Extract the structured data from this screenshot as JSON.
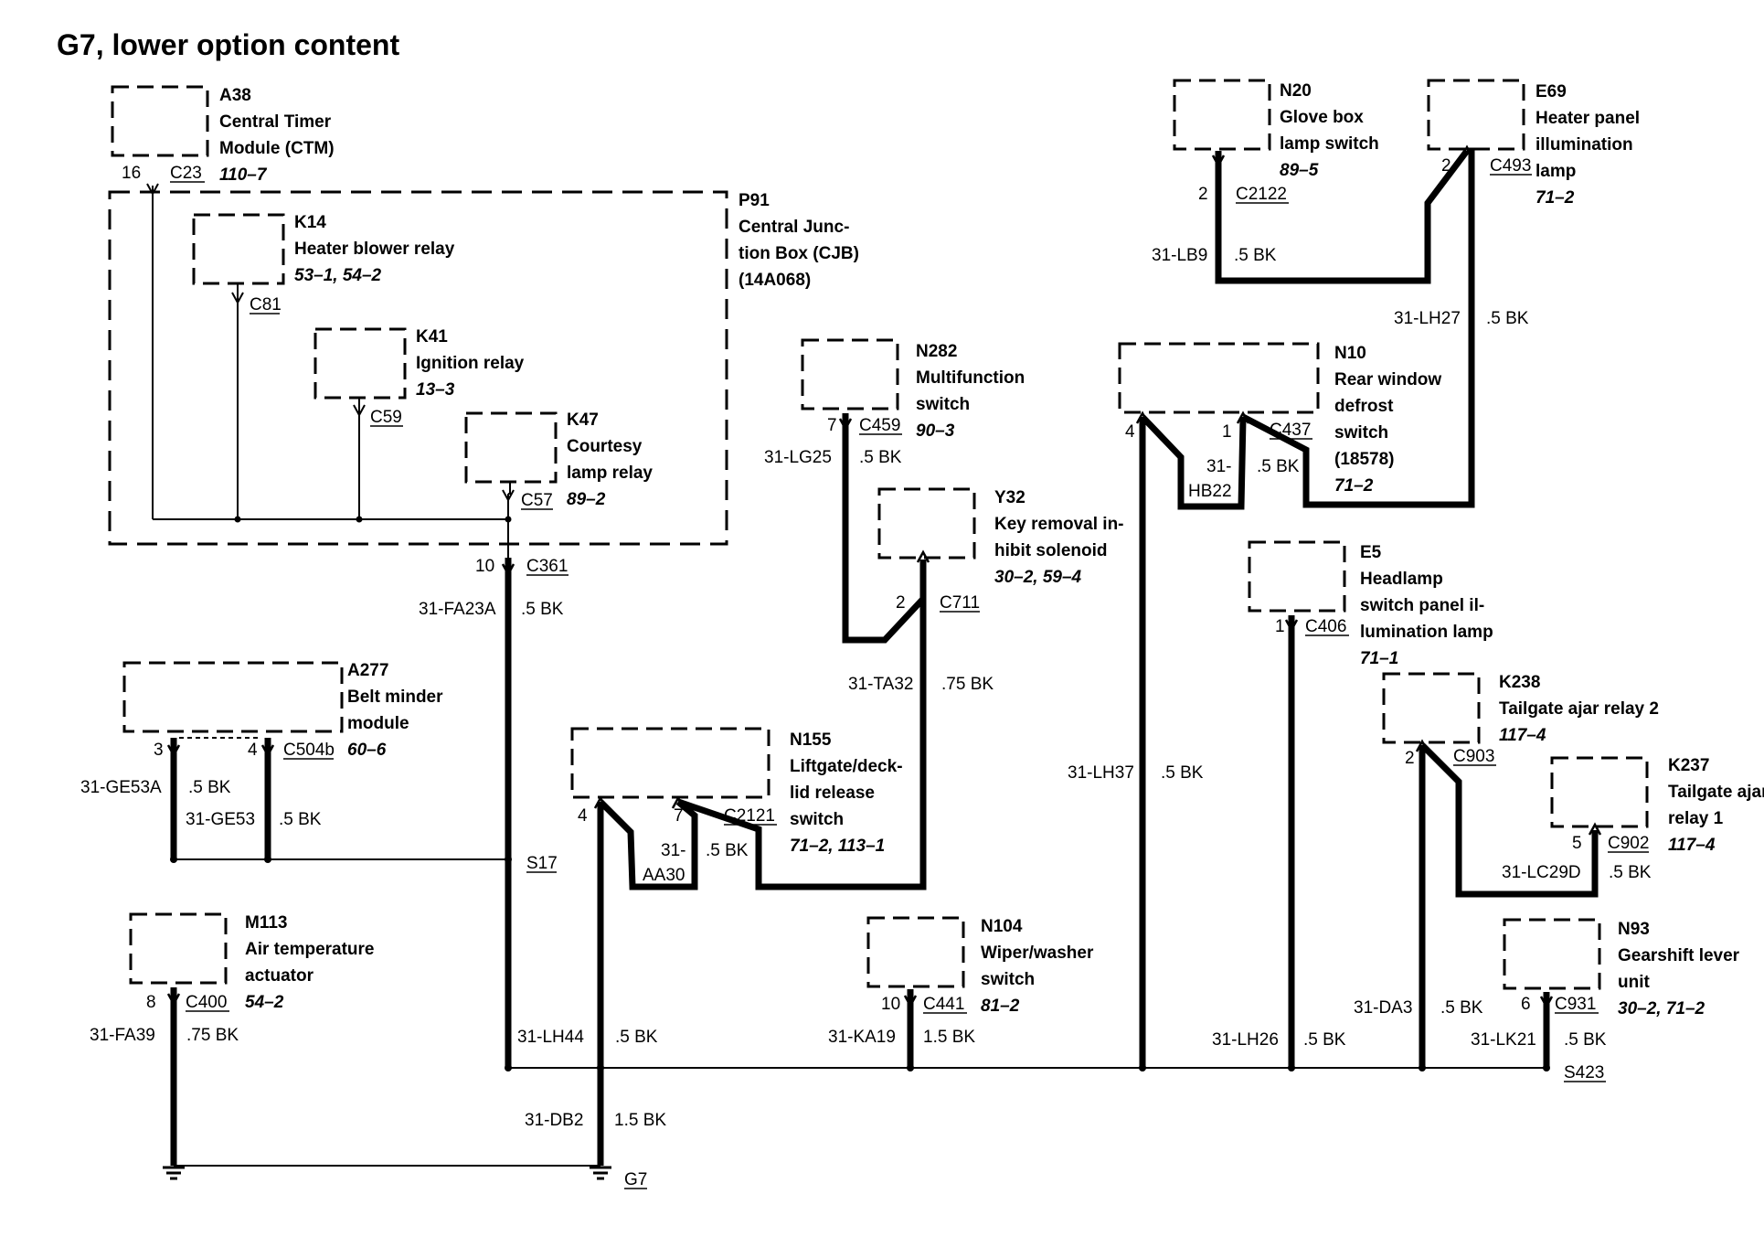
{
  "title": "G7, lower option content",
  "components": {
    "a38": {
      "id": "A38",
      "name": [
        "Central Timer",
        "Module (CTM)"
      ],
      "ref": "110–7"
    },
    "p91": {
      "id": "P91",
      "name": [
        "Central Junc-",
        "tion Box (CJB)",
        "(14A068)"
      ]
    },
    "k14": {
      "id": "K14",
      "name": [
        "Heater blower relay"
      ],
      "ref": "53–1, 54–2"
    },
    "k41": {
      "id": "K41",
      "name": [
        "Ignition relay"
      ],
      "ref": "13–3"
    },
    "k47": {
      "id": "K47",
      "name": [
        "Courtesy",
        "lamp relay"
      ],
      "ref": "89–2"
    },
    "a277": {
      "id": "A277",
      "name": [
        "Belt minder",
        "module"
      ],
      "ref": "60–6"
    },
    "m113": {
      "id": "M113",
      "name": [
        "Air temperature",
        "actuator"
      ],
      "ref": "54–2"
    },
    "n282": {
      "id": "N282",
      "name": [
        "Multifunction",
        "switch"
      ],
      "ref": "90–3"
    },
    "y32": {
      "id": "Y32",
      "name": [
        "Key removal in-",
        "hibit solenoid"
      ],
      "ref": "30–2, 59–4"
    },
    "n155": {
      "id": "N155",
      "name": [
        "Liftgate/deck-",
        "lid release",
        "switch"
      ],
      "ref": "71–2, 113–1"
    },
    "n104": {
      "id": "N104",
      "name": [
        "Wiper/washer",
        "switch"
      ],
      "ref": "81–2"
    },
    "n20": {
      "id": "N20",
      "name": [
        "Glove box",
        "lamp switch"
      ],
      "ref": "89–5"
    },
    "e69": {
      "id": "E69",
      "name": [
        "Heater panel",
        "illumination",
        "lamp"
      ],
      "ref": "71–2"
    },
    "n10": {
      "id": "N10",
      "name": [
        "Rear window",
        "defrost",
        "switch",
        "(18578)"
      ],
      "ref": "71–2"
    },
    "e5": {
      "id": "E5",
      "name": [
        "Headlamp",
        "switch panel il-",
        "lumination lamp"
      ],
      "ref": "71–1"
    },
    "k238": {
      "id": "K238",
      "name": [
        "Tailgate ajar relay 2"
      ],
      "ref": "117–4"
    },
    "k237": {
      "id": "K237",
      "name": [
        "Tailgate ajar",
        "relay 1"
      ],
      "ref": "117–4"
    },
    "n93": {
      "id": "N93",
      "name": [
        "Gearshift lever",
        "unit"
      ],
      "ref": "30–2, 71–2"
    }
  },
  "connectors": {
    "c23": {
      "pin": "16",
      "name": "C23"
    },
    "c81": {
      "pin": "",
      "name": "C81"
    },
    "c59": {
      "pin": "",
      "name": "C59"
    },
    "c57": {
      "pin": "",
      "name": "C57"
    },
    "c361": {
      "pin": "10",
      "name": "C361"
    },
    "c504b_a": {
      "pin": "3",
      "name": ""
    },
    "c504b_b": {
      "pin": "4",
      "name": "C504b"
    },
    "c400": {
      "pin": "8",
      "name": "C400"
    },
    "c459": {
      "pin": "7",
      "name": "C459"
    },
    "c711": {
      "pin": "2",
      "name": "C711"
    },
    "c2121_a": {
      "pin": "4",
      "name": ""
    },
    "c2121_b": {
      "pin": "7",
      "name": "C2121"
    },
    "c441": {
      "pin": "10",
      "name": "C441"
    },
    "c2122": {
      "pin": "2",
      "name": "C2122"
    },
    "c493": {
      "pin": "2",
      "name": "C493"
    },
    "c437_a": {
      "pin": "4",
      "name": ""
    },
    "c437_b": {
      "pin": "1",
      "name": "C437"
    },
    "c406": {
      "pin": "1",
      "name": "C406"
    },
    "c903": {
      "pin": "2",
      "name": "C903"
    },
    "c902": {
      "pin": "5",
      "name": "C902"
    },
    "c931": {
      "pin": "6",
      "name": "C931"
    }
  },
  "wires": {
    "fa23a": {
      "circuit": "31-FA23A",
      "size": ".5 BK"
    },
    "ge53a": {
      "circuit": "31-GE53A",
      "size": ".5 BK"
    },
    "ge53": {
      "circuit": "31-GE53",
      "size": ".5 BK"
    },
    "fa39": {
      "circuit": "31-FA39",
      "size": ".75 BK"
    },
    "lh44": {
      "circuit": "31-LH44",
      "size": ".5 BK"
    },
    "db2": {
      "circuit": "31-DB2",
      "size": "1.5 BK"
    },
    "lg25": {
      "circuit": "31-LG25",
      "size": ".5 BK"
    },
    "ta32": {
      "circuit": "31-TA32",
      "size": ".75 BK"
    },
    "aa30": {
      "circuit": [
        "31-",
        "AA30"
      ],
      "size": ".5 BK"
    },
    "ka19": {
      "circuit": "31-KA19",
      "size": "1.5 BK"
    },
    "lb9": {
      "circuit": "31-LB9",
      "size": ".5 BK"
    },
    "lh27": {
      "circuit": "31-LH27",
      "size": ".5 BK"
    },
    "hb22": {
      "circuit": [
        "31-",
        "HB22"
      ],
      "size": ".5 BK"
    },
    "lh37": {
      "circuit": "31-LH37",
      "size": ".5 BK"
    },
    "lh26": {
      "circuit": "31-LH26",
      "size": ".5 BK"
    },
    "da3": {
      "circuit": "31-DA3",
      "size": ".5 BK"
    },
    "lc29d": {
      "circuit": "31-LC29D",
      "size": ".5 BK"
    },
    "lk21": {
      "circuit": "31-LK21",
      "size": ".5 BK"
    }
  },
  "splices": {
    "s17": "S17",
    "s423": "S423"
  },
  "grounds": {
    "g7": "G7"
  }
}
